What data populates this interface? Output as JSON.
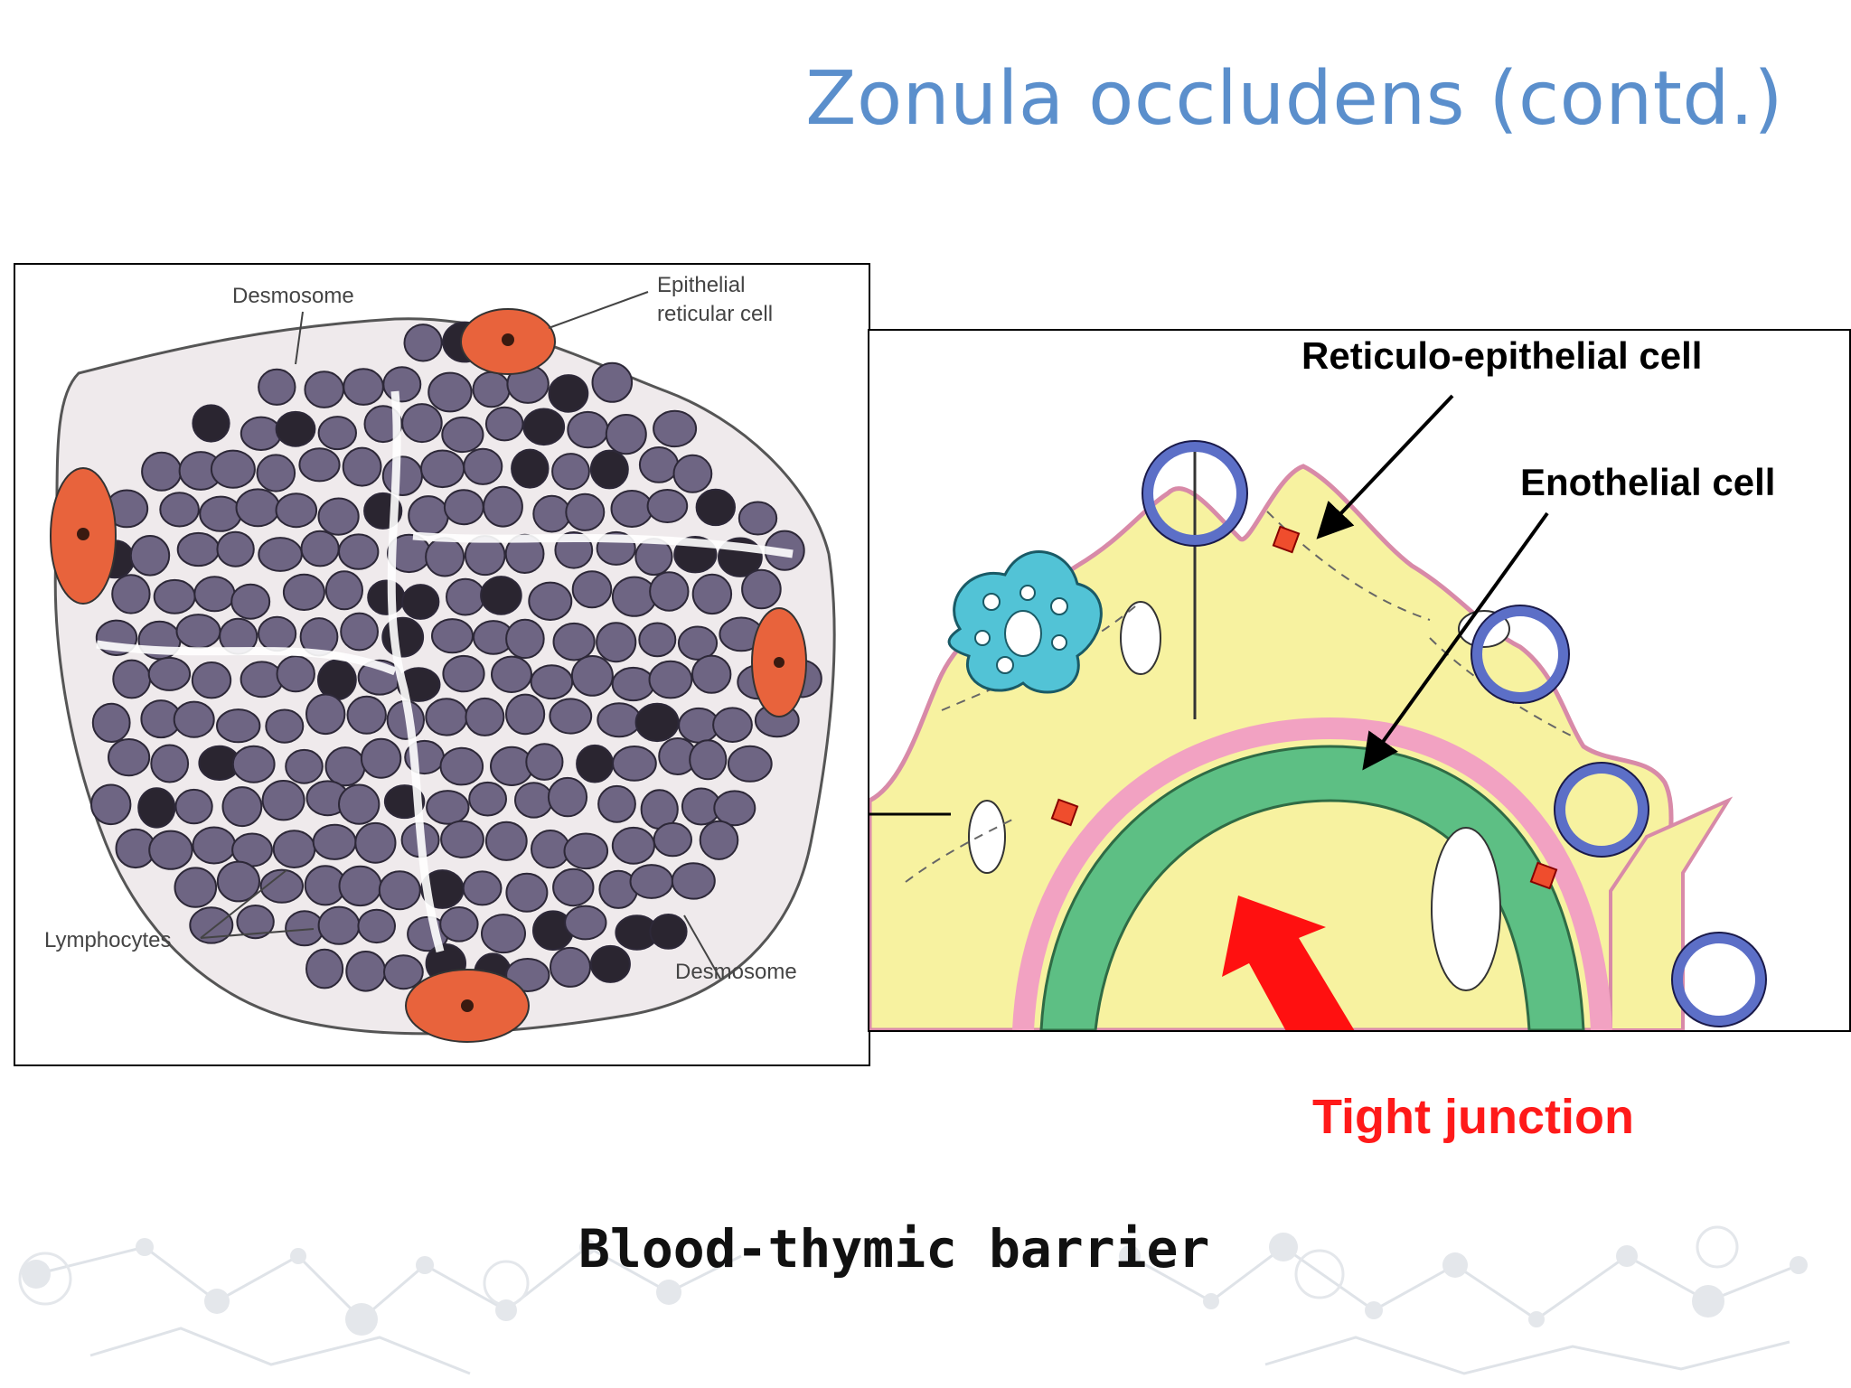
{
  "title": "Zonula occludens (contd.)",
  "left_figure": {
    "labels": {
      "desmosome_top": "Desmosome",
      "epithelial_line1": "Epithelial",
      "epithelial_line2": "reticular cell",
      "lymphocytes": "Lymphocytes",
      "desmosome_bottom": "Desmosome"
    }
  },
  "right_figure": {
    "labels": {
      "reticulo": "Reticulo-epithelial cell",
      "endothelial": "Enothelial cell",
      "tight_junction": "Tight junction"
    }
  },
  "caption": "Blood-thymic barrier",
  "colors": {
    "title": "#5b8fcc",
    "tight_junction": "#ff1a1a",
    "reticular_cell": "#e8633c",
    "lymphocyte": "#6e6583",
    "endothelium": "#5dbf84",
    "reticulo_epithelial": "#f7f2a0"
  }
}
